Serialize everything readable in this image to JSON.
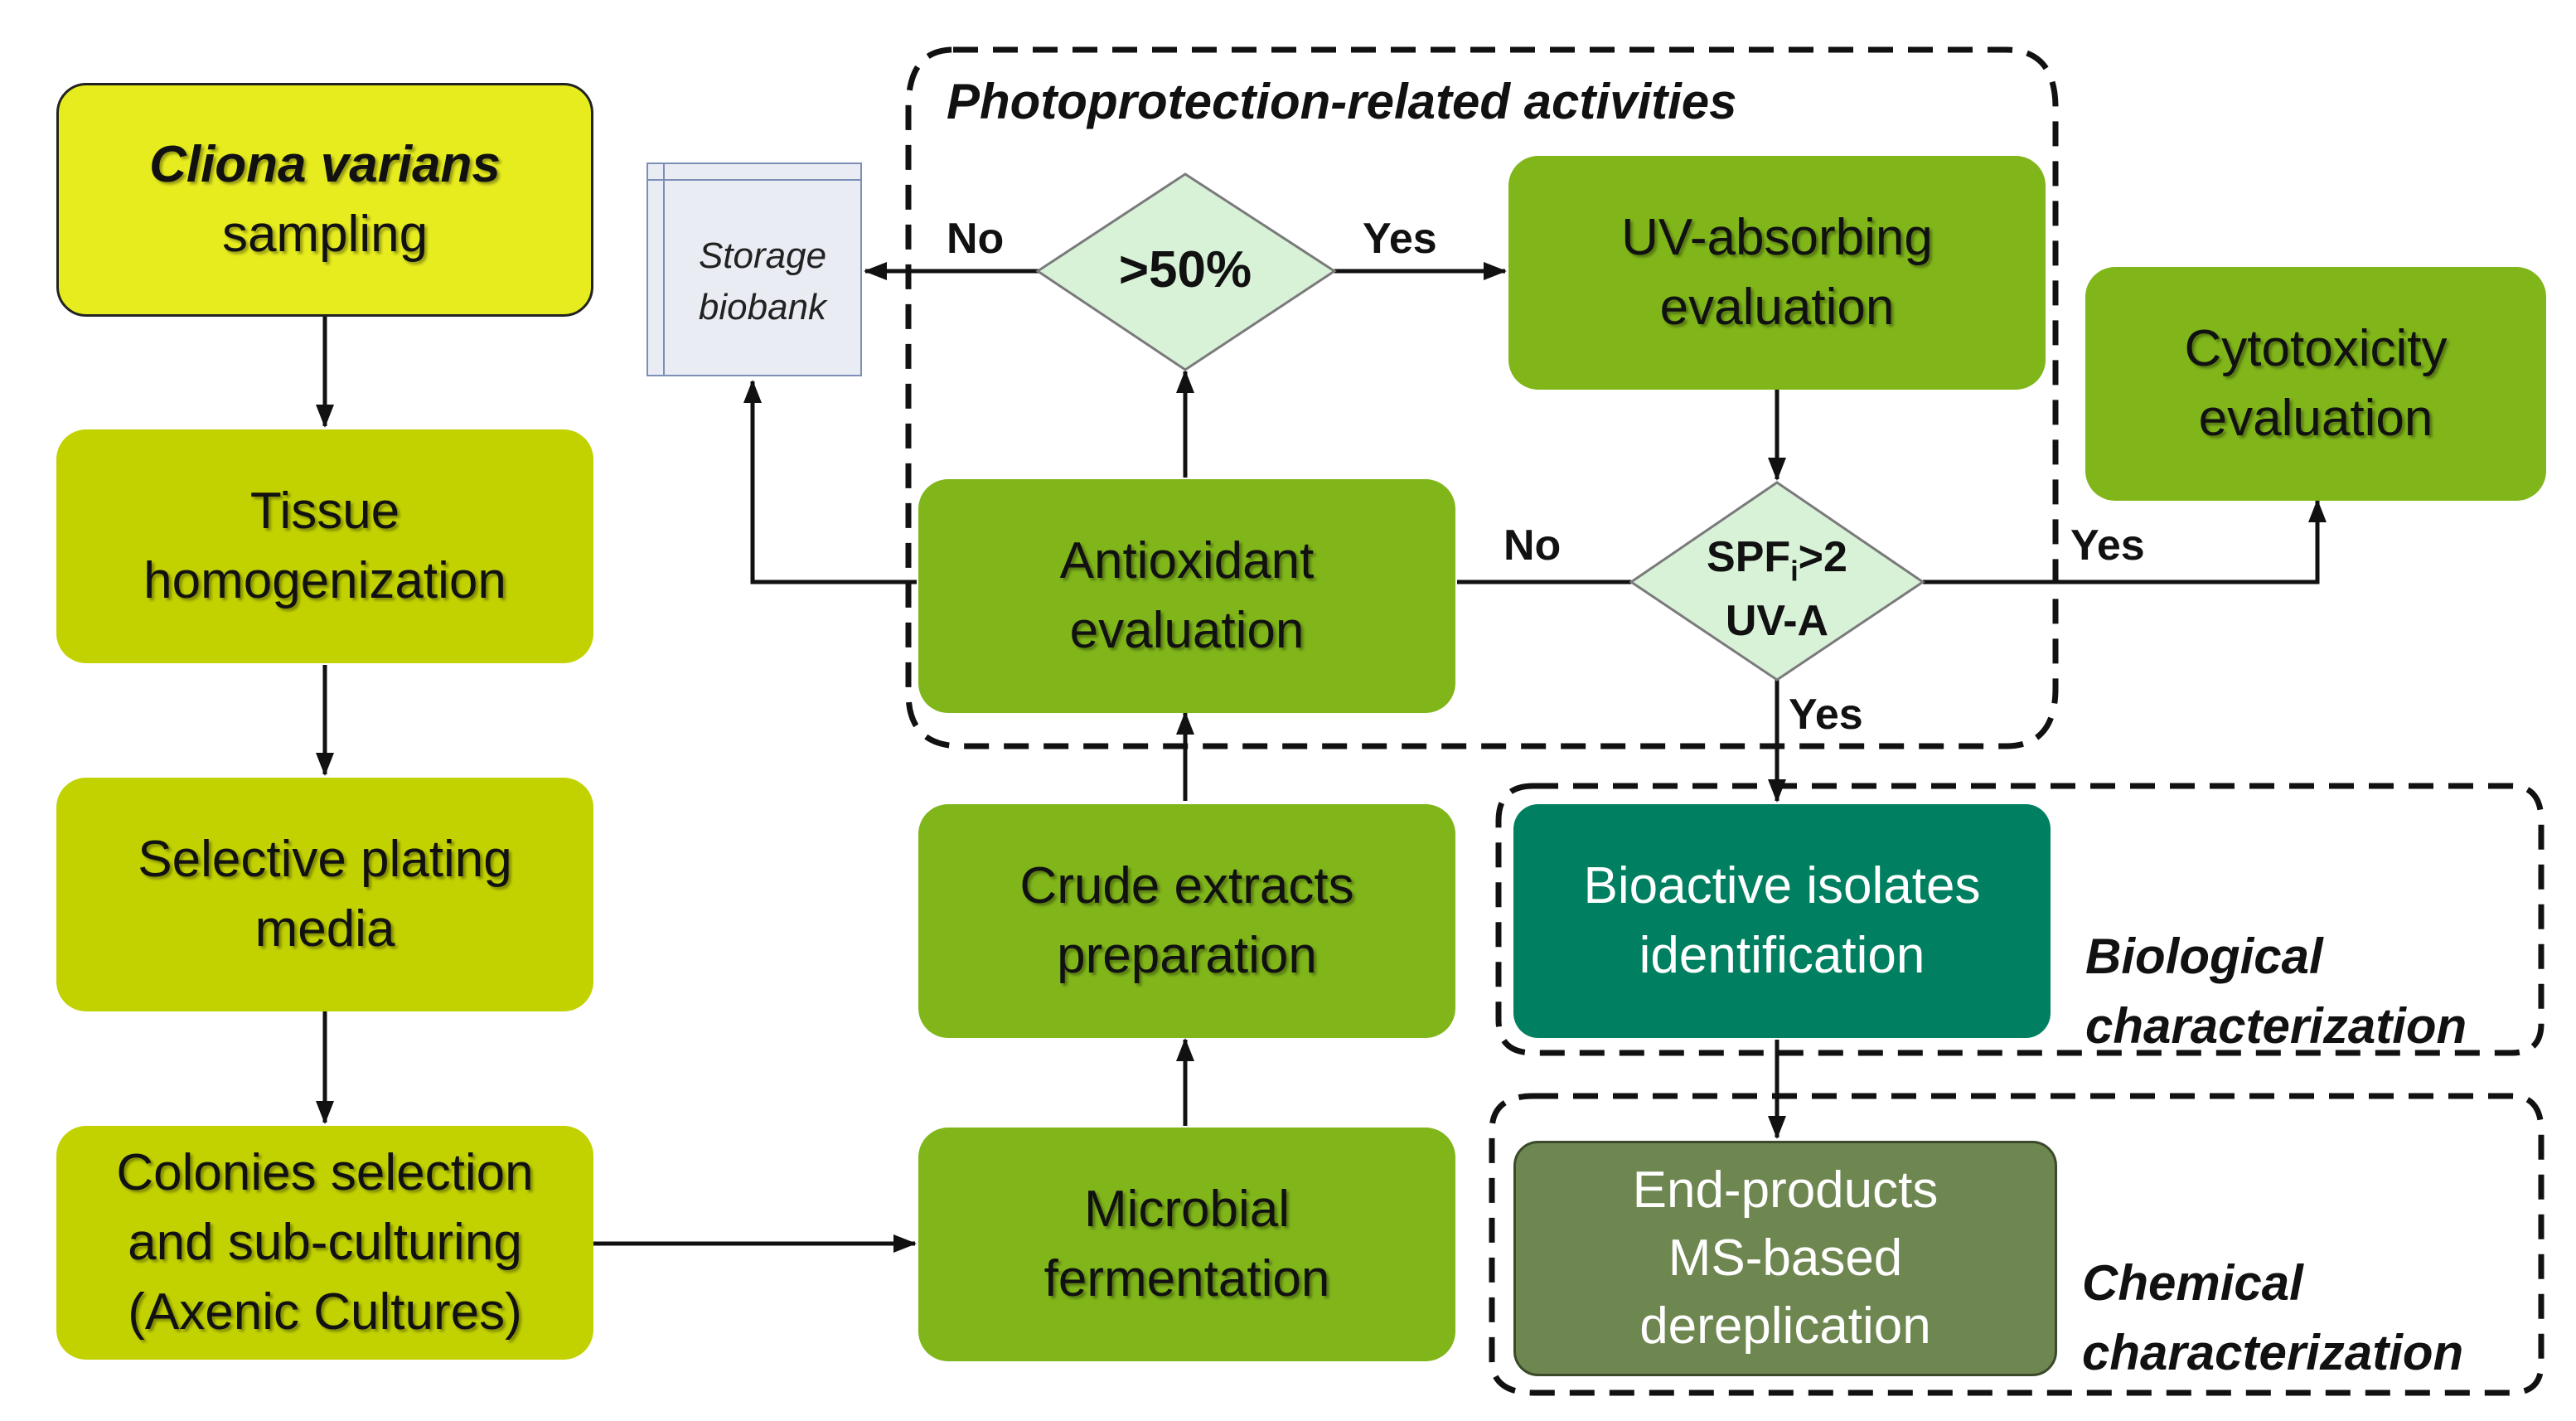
{
  "left_column": {
    "sampling": {
      "line1": "Cliona varians",
      "line2": "sampling"
    },
    "homogenization": {
      "line1": "Tissue",
      "line2": "homogenization"
    },
    "plating": {
      "line1": "Selective plating",
      "line2": "media"
    },
    "colonies": {
      "line1": "Colonies selection",
      "line2": "and sub-culturing",
      "line3": "(Axenic Cultures)"
    }
  },
  "middle_column": {
    "fermentation": {
      "line1": "Microbial",
      "line2": "fermentation"
    },
    "crude": {
      "line1": "Crude extracts",
      "line2": "preparation"
    },
    "antioxidant": {
      "line1": "Antioxidant",
      "line2": "evaluation"
    }
  },
  "storage": {
    "line1": "Storage",
    "line2": "biobank"
  },
  "decision_50": {
    "label": ">50%"
  },
  "decision_spf": {
    "line1_prefix": "SPF",
    "line1_sub": "i",
    "line1_suffix": ">2",
    "line2": "UV-A"
  },
  "uv_absorbing": {
    "line1": "UV-absorbing",
    "line2": "evaluation"
  },
  "cytotoxicity": {
    "line1": "Cytotoxicity",
    "line2": "evaluation"
  },
  "bioactive": {
    "line1": "Bioactive isolates",
    "line2": "identification"
  },
  "end_products": {
    "line1": "End-products",
    "line2": "MS-based",
    "line3": "dereplication"
  },
  "regions": {
    "photoprotection": "Photoprotection-related activities",
    "biological": {
      "line1": "Biological",
      "line2": "characterization"
    },
    "chemical": {
      "line1": "Chemical",
      "line2": "characterization"
    }
  },
  "edge_labels": {
    "no_storage": "No",
    "yes_uv": "Yes",
    "no_antioxidant": "No",
    "yes_cytotoxicity": "Yes",
    "yes_bioactive": "Yes"
  },
  "colors": {
    "lime": "#c2d200",
    "yellow": "#e6ec1e",
    "green": "#80b61a",
    "teal": "#008060",
    "olive": "#6e8650",
    "diamond": "#d8f2d8"
  }
}
